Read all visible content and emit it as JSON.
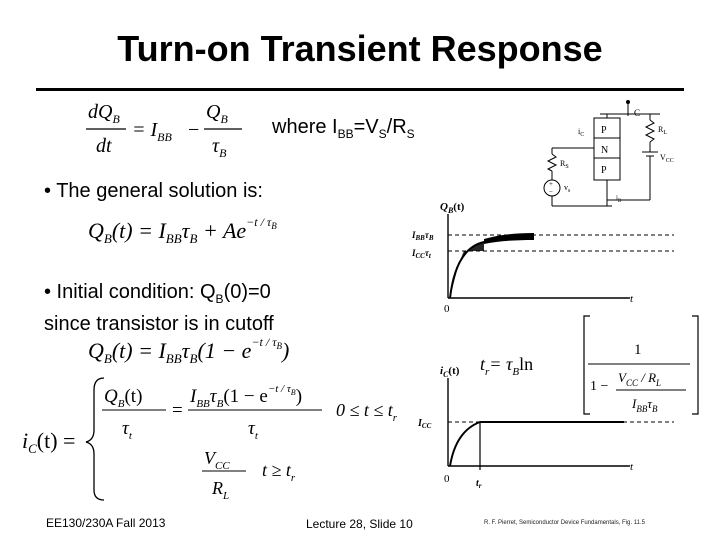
{
  "slide": {
    "title": "Turn-on Transient Response",
    "where_text": "where I",
    "where_sub1": "BB",
    "where_eq": "=V",
    "where_sub2": "S",
    "where_slash": "/R",
    "where_sub3": "S",
    "bullet1": "• The general solution is:",
    "bullet2_pre": "• Initial condition: Q",
    "bullet2_sub": "B",
    "bullet2_post": "(0)=0",
    "bullet2_line2": "since transistor is in cutoff"
  },
  "equations": {
    "dq": "dQ",
    "dq_sub": "B",
    "dt": "dt",
    "eq1_rhs": "= I",
    "eq1_rhs_sub": "BB",
    "eq1_minus": "−",
    "eq1_num": "Q",
    "eq1_num_sub": "B",
    "eq1_den": "τ",
    "eq1_den_sub": "B",
    "gen": "Q",
    "gen_sub": "B",
    "gen_rest": "(t) = I",
    "gen_rest_sub": "BB",
    "gen_tail": "τ",
    "gen_tail_sub": "B",
    "gen_plus": " + Ae",
    "gen_exp": "−t / τ",
    "gen_exp_sub": "B",
    "sol": "Q",
    "sol_sub": "B",
    "sol_rest": "(t) = I",
    "sol_rest_sub": "BB",
    "sol_tau": "τ",
    "sol_tau_sub": "B",
    "sol_paren": "(1 − e",
    "sol_exp": "−t / τ",
    "sol_exp_sub": "B",
    "sol_close": ")",
    "ic_lhs": "i",
    "ic_lhs_sub": "C",
    "ic_lhs_rest": "(t) =",
    "case1_num": "Q",
    "case1_num_sub": "B",
    "case1_num_rest": "(t)",
    "case1_den": "τ",
    "case1_den_sub": "t",
    "case1_eq": "=",
    "case1_num2": "I",
    "case1_num2_sub": "BB",
    "case1_num2_tau": "τ",
    "case1_num2_tau_sub": "B",
    "case1_num2_paren": "(1 − e",
    "case1_num2_exp": "−t / τ",
    "case1_num2_exp_sub": "B",
    "case1_num2_close": ")",
    "case1_den2": "τ",
    "case1_den2_sub": "t",
    "case1_cond": "0 ≤ t ≤ t",
    "case1_cond_sub": "r",
    "case2_num": "V",
    "case2_num_sub": "CC",
    "case2_den": "R",
    "case2_den_sub": "L",
    "case2_cond": "t ≥ t",
    "case2_cond_sub": "r",
    "tr_lhs": "t",
    "tr_lhs_sub": "r",
    "tr_eq": "= τ",
    "tr_eq_sub": "B",
    "tr_ln": "ln",
    "tr_one": "1",
    "tr_den_pre": "1 −",
    "tr_inner_num": "V",
    "tr_inner_num_sub": "CC",
    "tr_inner_num_rest": " / R",
    "tr_inner_num_rest_sub": "L",
    "tr_inner_den": "I",
    "tr_inner_den_sub": "BB",
    "tr_inner_den_tau": "τ",
    "tr_inner_den_tau_sub": "B"
  },
  "circuit": {
    "label_C": "C",
    "label_iC": "i",
    "label_iC_sub": "C",
    "label_P1": "P",
    "label_N": "N",
    "label_P2": "P",
    "label_RL": "R",
    "label_RL_sub": "L",
    "label_VCC": "V",
    "label_VCC_sub": "CC",
    "label_RS": "R",
    "label_RS_sub": "S",
    "label_vs": "v",
    "label_vs_sub": "s",
    "label_iB": "i",
    "label_iB_sub": "B",
    "plus": "+",
    "minus": "−"
  },
  "graph1": {
    "ylabel": "Q",
    "ylabel_sub": "B",
    "ylabel_rest": "(t)",
    "level1": "I",
    "level1_sub": "BB",
    "level1_tau": "τ",
    "level1_tau_sub": "B",
    "level2": "I",
    "level2_sub": "CC",
    "level2_tau": "τ",
    "level2_tau_sub": "t",
    "origin": "0",
    "xlabel": "t"
  },
  "graph2": {
    "ylabel": "i",
    "ylabel_sub": "C",
    "ylabel_rest": "(t)",
    "level": "I",
    "level_sub": "CC",
    "origin": "0",
    "xlabel": "t",
    "tr": "t",
    "tr_sub": "r"
  },
  "footer": {
    "course": "EE130/230A Fall 2013",
    "lecture": "Lecture 28, Slide 10",
    "reference": "R. F. Pierret, Semiconductor Device Fundamentals, Fig. 11.5"
  }
}
